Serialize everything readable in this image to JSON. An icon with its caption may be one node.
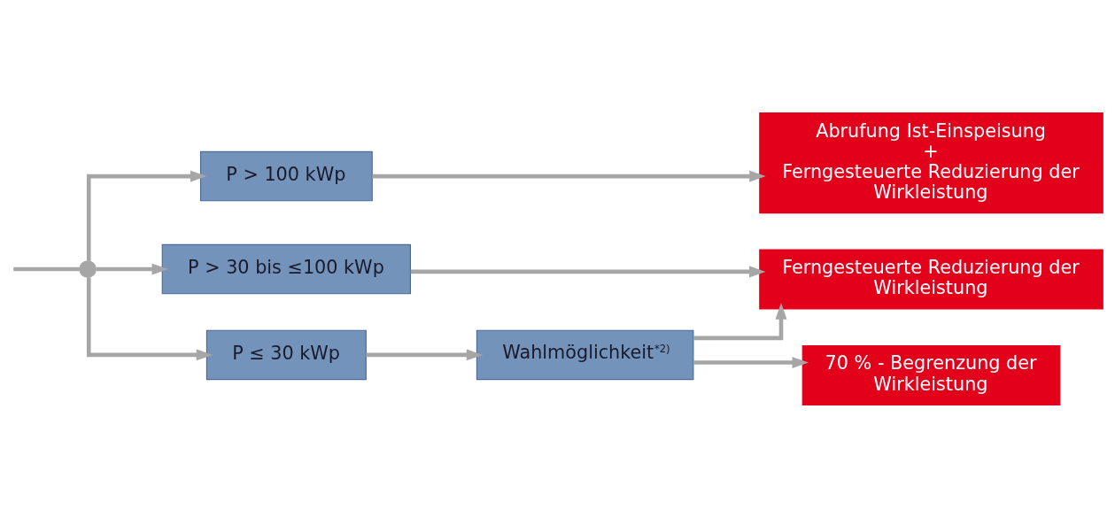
{
  "diagram": {
    "nodes": [
      {
        "text": [],
        "shape": "circle"
      },
      {
        "text": [
          "P > 100 kWp"
        ]
      },
      {
        "text": [
          "P > 30 bis ≤100 kWp"
        ]
      },
      {
        "text": [
          "P ≤ 30 kWp"
        ]
      },
      {
        "text": [
          "Wahlmöglichkeit$^{*2)}$"
        ]
      },
      {
        "text": [
          "Abrufung Ist-Einspeisung",
          "+",
          "Ferngesteuerte Reduzierung der Wirkleistung"
        ]
      },
      {
        "text": [
          "Ferngesteuerte Reduzierung der Wirkleistung"
        ]
      },
      {
        "text": [
          "70 % - Begrenzung der Wirkleistung"
        ]
      }
    ],
    "edges": [
      {
        "from": null,
        "to": 0,
        "arrow": "none"
      },
      {
        "from": 0,
        "to": 1,
        "arrow": "to"
      },
      {
        "from": 0,
        "to": 2,
        "arrow": "to"
      },
      {
        "from": 0,
        "to": 3,
        "arrow": "to"
      },
      {
        "from": 1,
        "to": 5,
        "arrow": "to"
      },
      {
        "from": 2,
        "to": 6,
        "arrow": "to"
      },
      {
        "from": 3,
        "to": 4,
        "arrow": "to"
      },
      {
        "from": 4,
        "to": 6,
        "arrow": "to"
      },
      {
        "from": 4,
        "to": 7,
        "arrow": "to"
      }
    ]
  }
}
